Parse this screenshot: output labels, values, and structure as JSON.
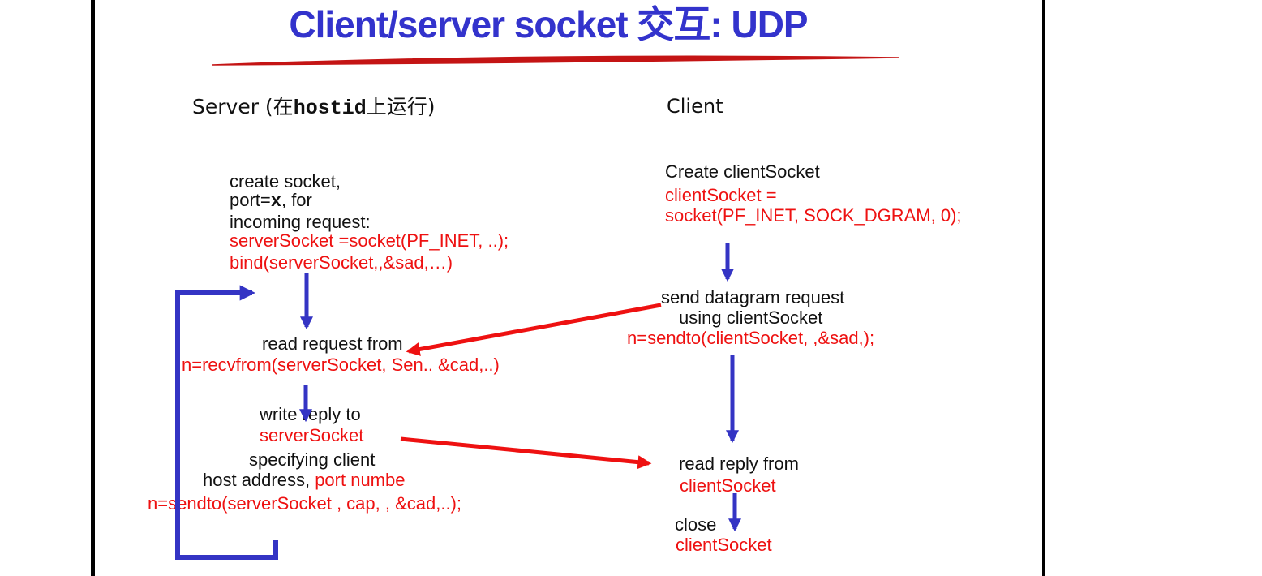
{
  "colors": {
    "title_blue": "#3333cc",
    "arrow_blue": "#3434c4",
    "code_red": "#ee1111",
    "underline_red": "#c41414",
    "text_black": "#111111",
    "border_black": "#000000"
  },
  "title": {
    "text": "Client/server socket 交互: UDP"
  },
  "headers": {
    "server": {
      "prefix": "Server (在",
      "code": "hostid",
      "suffix": "上运行)"
    },
    "client": {
      "label": "Client"
    }
  },
  "server": {
    "create_block": {
      "line1": "create socket,",
      "line2_prefix": "port=",
      "line2_code": "x",
      "line2_suffix": ", for",
      "line3": "incoming request:",
      "line4": "serverSocket =socket(PF_INET, ..);",
      "line5": "bind(serverSocket,,&sad,…)"
    },
    "read_block": {
      "line1": "read request from",
      "line2": "n=recvfrom(serverSocket, Sen.. &cad,..)"
    },
    "write_block": {
      "line1": "write reply to",
      "line2": "serverSocket",
      "line3": "specifying client",
      "line4_black": "host address, ",
      "line4_red": "port numbe",
      "line5": "n=sendto(serverSocket , cap, , &cad,..);"
    }
  },
  "client": {
    "create_block": {
      "line1": "Create clientSocket",
      "line2": "clientSocket =",
      "line3": "socket(PF_INET, SOCK_DGRAM, 0);"
    },
    "send_block": {
      "line1": "send datagram request",
      "line2": "using clientSocket",
      "line3": "n=sendto(clientSocket, ,&sad,);"
    },
    "read_block": {
      "line1": "read reply from",
      "line2": "clientSocket"
    },
    "close_block": {
      "line1": "close",
      "line2": "clientSocket"
    }
  }
}
